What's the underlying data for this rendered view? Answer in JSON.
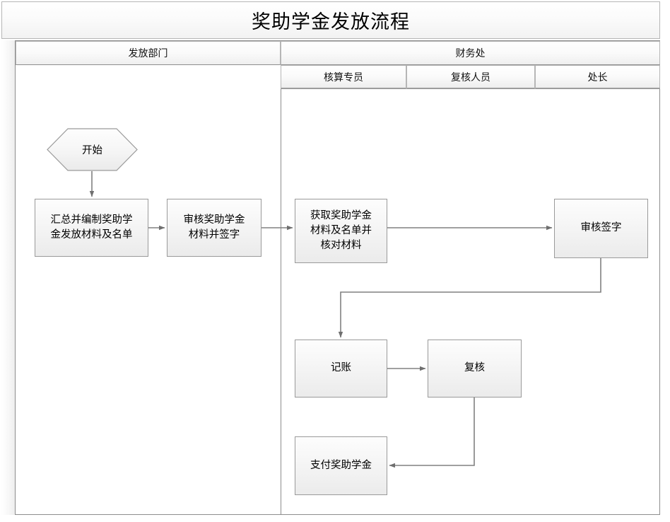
{
  "title": "奖助学金发放流程",
  "lanes": {
    "primary": [
      {
        "id": "issuing-dept",
        "label": "发放部门"
      },
      {
        "id": "finance-office",
        "label": "财务处"
      }
    ],
    "sub": [
      {
        "id": "accounting-specialist",
        "label": "核算专员"
      },
      {
        "id": "review-staff",
        "label": "复核人员"
      },
      {
        "id": "director",
        "label": "处长"
      }
    ]
  },
  "nodes": [
    {
      "id": "start",
      "type": "start",
      "label": "开始"
    },
    {
      "id": "compile",
      "type": "process",
      "label": "汇总并编制奖助学\n金发放材料及名单"
    },
    {
      "id": "review-sign",
      "type": "process",
      "label": "审核奖助学金\n材料并签字"
    },
    {
      "id": "obtain-check",
      "type": "process",
      "label": "获取奖助学金\n材料及名单并\n核对材料"
    },
    {
      "id": "approve-sign",
      "type": "process",
      "label": "审核签字"
    },
    {
      "id": "bookkeeping",
      "type": "process",
      "label": "记账"
    },
    {
      "id": "recheck",
      "type": "process",
      "label": "复核"
    },
    {
      "id": "payout",
      "type": "process",
      "label": "支付奖助学金"
    }
  ],
  "edges": [
    {
      "from": "start",
      "to": "compile"
    },
    {
      "from": "compile",
      "to": "review-sign"
    },
    {
      "from": "review-sign",
      "to": "obtain-check"
    },
    {
      "from": "obtain-check",
      "to": "approve-sign"
    },
    {
      "from": "approve-sign",
      "to": "bookkeeping"
    },
    {
      "from": "bookkeeping",
      "to": "recheck"
    },
    {
      "from": "recheck",
      "to": "payout"
    }
  ],
  "colors": {
    "node_border": "#9a9a9a",
    "node_fill": "#f0f0f0",
    "connector": "#808080",
    "frame_border": "#8d8d8d",
    "header_border": "#b6b6b6",
    "text": "#000000"
  }
}
